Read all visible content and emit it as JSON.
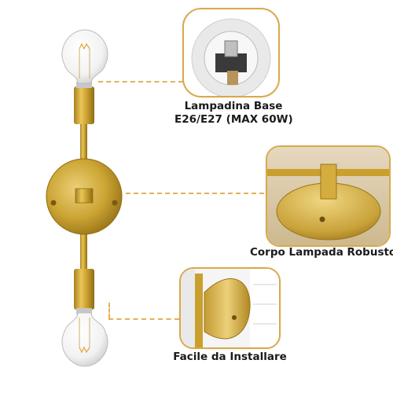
{
  "callouts": [
    {
      "id": "bulb-base",
      "caption_lines": [
        "Lampadina Base",
        "E26/E27 (MAX 60W)"
      ]
    },
    {
      "id": "lamp-body",
      "caption_lines": [
        "Corpo Lampada Robusto"
      ]
    },
    {
      "id": "easy-install",
      "caption_lines": [
        "Facile da Installare"
      ]
    }
  ],
  "colors": {
    "accent_border": "#d9a94a",
    "dash": "#e2b15c",
    "brass": "#c9a227",
    "text": "#1a1a1a"
  }
}
